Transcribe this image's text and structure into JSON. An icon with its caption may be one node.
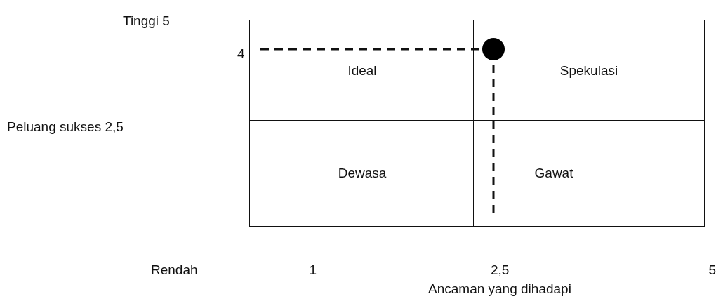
{
  "diagram": {
    "nodes": [
      {
        "text": [
          "Ideal"
        ]
      },
      {
        "text": [
          "Spekulasi"
        ]
      },
      {
        "text": [
          "Dewasa"
        ]
      },
      {
        "text": [
          "Gawat"
        ]
      }
    ],
    "labels": [
      "Tinggi 5",
      "4",
      "Peluang sukses 2,5",
      "Rendah",
      "1",
      "2,5",
      "5",
      "Ancaman yang dihadapi"
    ]
  }
}
